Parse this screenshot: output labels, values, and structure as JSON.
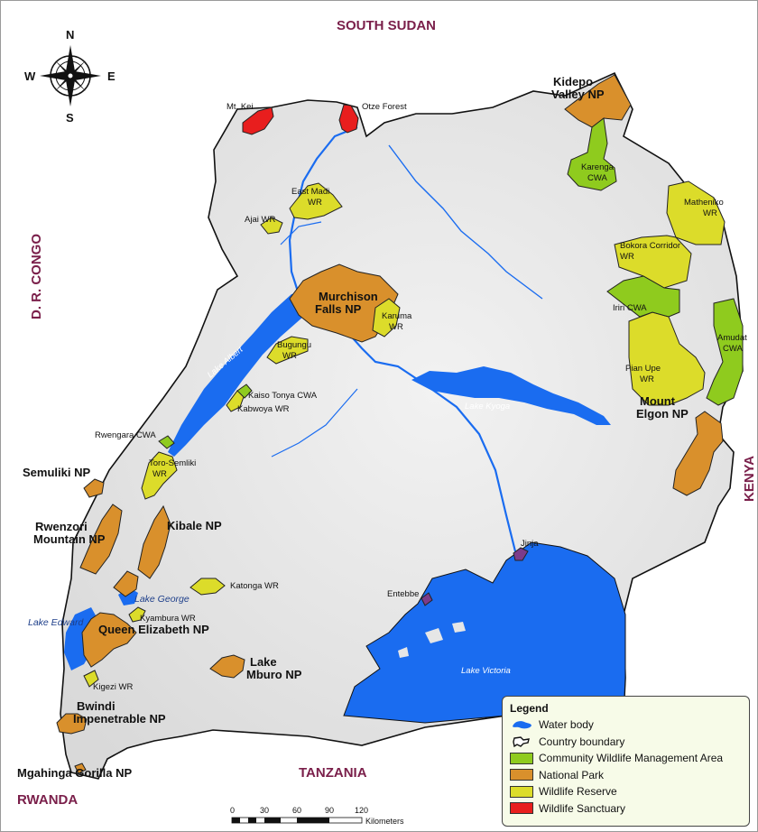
{
  "map": {
    "countries": {
      "south_sudan": "SOUTH SUDAN",
      "dr_congo": "D. R. CONGO",
      "kenya": "KENYA",
      "tanzania": "TANZANIA",
      "rwanda": "RWANDA"
    },
    "compass": {
      "n": "N",
      "s": "S",
      "e": "E",
      "w": "W"
    },
    "national_parks": {
      "kidepo": [
        "Kidepo",
        "Valley NP"
      ],
      "murchison": [
        "Murchison",
        "Falls NP"
      ],
      "mount_elgon": [
        "Mount",
        "Elgon NP"
      ],
      "semuliki": "Semuliki NP",
      "rwenzori": [
        "Rwenzori",
        "Mountain NP"
      ],
      "kibale": "Kibale NP",
      "queen_elizabeth": "Queen Elizabeth NP",
      "lake_mburo": [
        "Lake",
        "Mburo NP"
      ],
      "bwindi": [
        "Bwindi",
        "Impenetrable NP"
      ],
      "mgahinga": "Mgahinga Gorilla NP"
    },
    "small_labels": {
      "mt_kei": "Mt. Kei",
      "otze": "Otze Forest",
      "east_madi": [
        "East Madi",
        "WR"
      ],
      "ajai": "Ajai WR",
      "karenga": [
        "Karenga",
        "CWA"
      ],
      "matheniko": [
        "Matheniko",
        "WR"
      ],
      "bokora": [
        "Bokora Corridor",
        "WR"
      ],
      "iriri": "Iriri CWA",
      "amudat": [
        "Amudat",
        "CWA"
      ],
      "pian_upe": [
        "Pian Upe",
        "WR"
      ],
      "karuma": [
        "Karuma",
        "WR"
      ],
      "bugungu": [
        "Bugungu",
        "WR"
      ],
      "kaiso_tonya": "Kaiso Tonya CWA",
      "kabwoya": "Kabwoya WR",
      "rwengara": "Rwengara CWA",
      "toro_semliki": [
        "Toro-Semliki",
        "WR"
      ],
      "katonga": "Katonga WR",
      "kyambura": "Kyambura WR",
      "kigezi": "Kigezi WR",
      "jinja": "Jinja",
      "entebbe": "Entebbe"
    },
    "water_labels": {
      "lake_albert": "Lake Albert",
      "lake_kyoga": "Lake Kyoga",
      "lake_george": "Lake George",
      "lake_edward": "Lake Edward",
      "lake_victoria": "Lake Victoria"
    },
    "scale": {
      "ticks": [
        "0",
        "30",
        "60",
        "90",
        "120"
      ],
      "unit": "Kilometers"
    },
    "colors": {
      "water": "#1a6cf0",
      "cwa": "#8fcb1e",
      "national_park": "#d9902c",
      "wildlife_reserve": "#dcdc2a",
      "wildlife_sanctuary": "#e81e1e",
      "land": "#e6e6e6"
    }
  },
  "legend": {
    "title": "Legend",
    "items": [
      {
        "label": "Water body",
        "kind": "water-icon"
      },
      {
        "label": "Country boundary",
        "kind": "boundary-icon"
      },
      {
        "label": "Community Wildlife Management Area",
        "color": "#8fcb1e"
      },
      {
        "label": "National Park",
        "color": "#d9902c"
      },
      {
        "label": "Wildlife Reserve",
        "color": "#dcdc2a"
      },
      {
        "label": "Wildlife Sanctuary",
        "color": "#e81e1e"
      }
    ]
  }
}
